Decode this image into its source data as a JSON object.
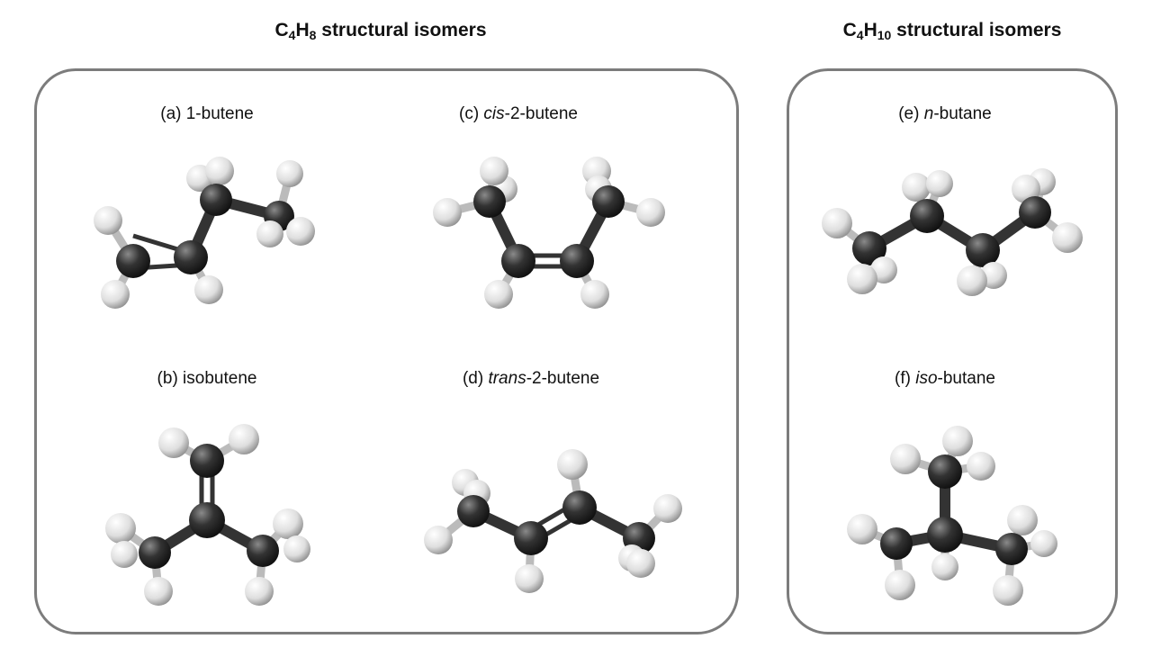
{
  "sections": {
    "c4h8": {
      "title_prefix": "C",
      "sub1": "4",
      "mid": "H",
      "sub2": "8",
      "title_suffix": " structural isomers"
    },
    "c4h10": {
      "title_prefix": "C",
      "sub1": "4",
      "mid": "H",
      "sub2": "10",
      "title_suffix": " structural isomers"
    }
  },
  "labels": {
    "a": {
      "prefix": "(a) ",
      "italic": "",
      "suffix": "1-butene"
    },
    "b": {
      "prefix": "(b) ",
      "italic": "",
      "suffix": "isobutene"
    },
    "c": {
      "prefix": "(c) ",
      "italic": "cis",
      "suffix": "-2-butene"
    },
    "d": {
      "prefix": "(d) ",
      "italic": "trans",
      "suffix": "-2-butene"
    },
    "e": {
      "prefix": "(e) ",
      "italic": "n",
      "suffix": "-butane"
    },
    "f": {
      "prefix": "(f) ",
      "italic": "iso",
      "suffix": "-butane"
    }
  },
  "colors": {
    "frame": "#7c7c7c",
    "carbon": "#2e2e2e",
    "hydrogen": "#ececec",
    "bond": "#333333"
  }
}
